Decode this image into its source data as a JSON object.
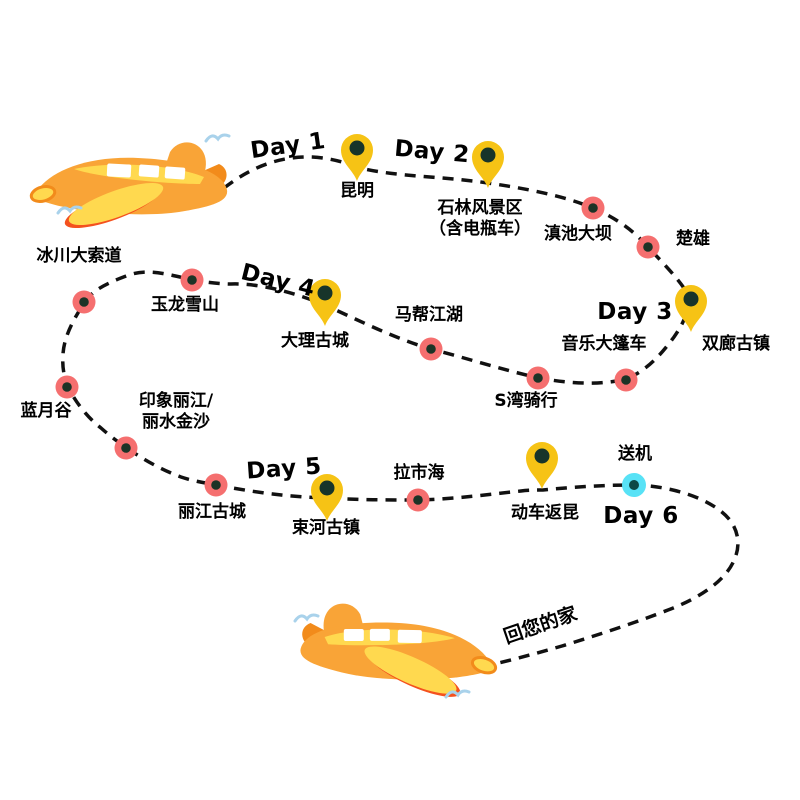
{
  "days": [
    {
      "label": "Day 1"
    },
    {
      "label": "Day 2"
    },
    {
      "label": "Day 3"
    },
    {
      "label": "Day 4"
    },
    {
      "label": "Day 5"
    },
    {
      "label": "Day 6"
    }
  ],
  "stops": [
    {
      "name": "昆明",
      "marker": "yellow-pin"
    },
    {
      "name": "石林风景区",
      "name2": "（含电瓶车）",
      "marker": "yellow-pin"
    },
    {
      "name": "滇池大坝",
      "marker": "red-dot"
    },
    {
      "name": "楚雄",
      "marker": "red-dot"
    },
    {
      "name": "双廊古镇",
      "marker": "yellow-pin"
    },
    {
      "name": "音乐大篷车",
      "marker": "red-dot"
    },
    {
      "name": "S湾骑行",
      "marker": "red-dot"
    },
    {
      "name": "马帮江湖",
      "marker": "red-dot"
    },
    {
      "name": "大理古城",
      "marker": "yellow-pin"
    },
    {
      "name": "玉龙雪山",
      "marker": "red-dot"
    },
    {
      "name": "冰川大索道",
      "marker": "red-dot"
    },
    {
      "name": "蓝月谷",
      "marker": "red-dot"
    },
    {
      "name": "印象丽江/",
      "name2": "丽水金沙",
      "marker": "red-dot"
    },
    {
      "name": "丽江古城",
      "marker": "red-dot"
    },
    {
      "name": "束河古镇",
      "marker": "yellow-pin"
    },
    {
      "name": "拉市海",
      "marker": "red-dot"
    },
    {
      "name": "动车返昆",
      "marker": "yellow-pin"
    },
    {
      "name": "送机",
      "marker": "cyan-dot"
    }
  ],
  "route": {
    "home_label": "回您的家"
  },
  "colors": {
    "pin_yellow": "#F6C315",
    "pin_inner": "#17342A",
    "dot_red": "#F56F6F",
    "dot_inner": "#1C3326",
    "dot_cyan": "#58E2F6",
    "dot_cyan_inner": "#0D4A45",
    "route_line": "#111111",
    "plane_orange": "#F9A437",
    "plane_yellow": "#FFD94F",
    "plane_deep_orange": "#F28B1B",
    "plane_red_orange": "#F4511E",
    "bird_blue": "#A9D2EB"
  }
}
